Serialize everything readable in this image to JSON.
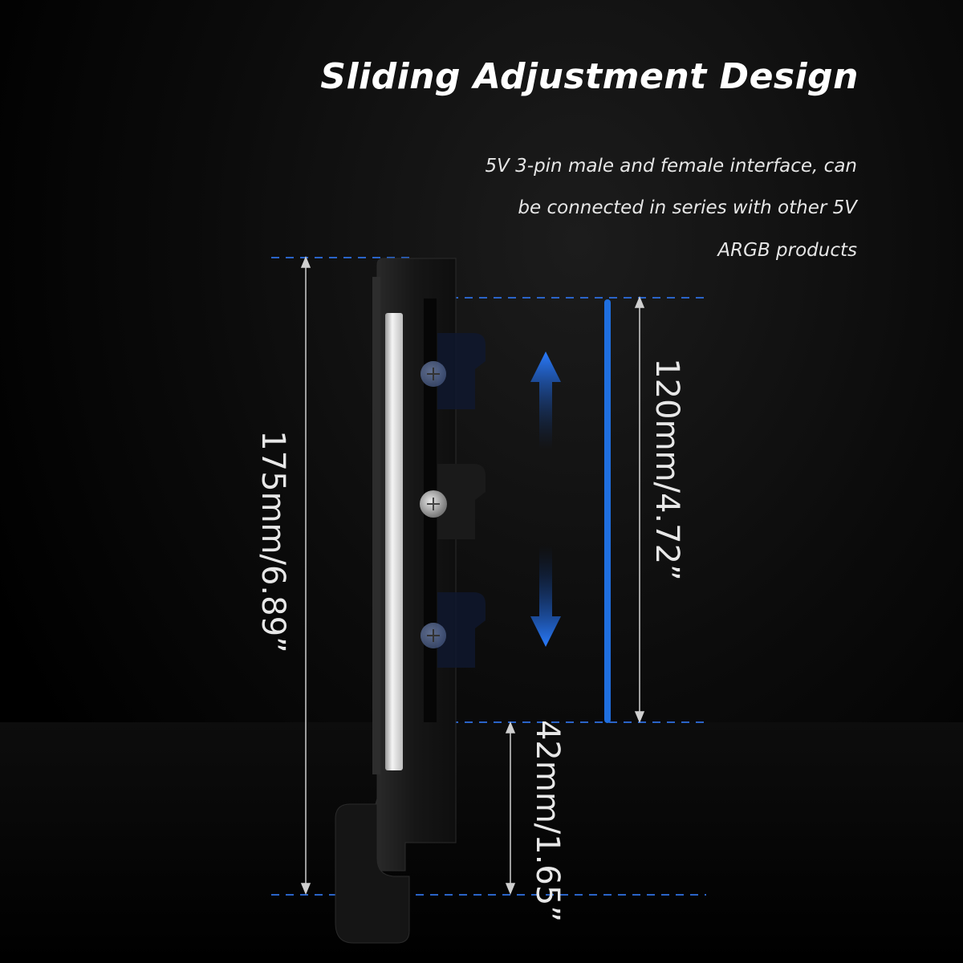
{
  "title": "Sliding Adjustment Design",
  "description": [
    "5V 3-pin male and female interface, can",
    "be connected in series with other 5V",
    "ARGB products"
  ],
  "dimensions": {
    "total_height": "175mm/6.89”",
    "adjust_range": "120mm/4.72”",
    "base_offset": "42mm/1.65”"
  },
  "colors": {
    "accent_blue": "#1f6fe0",
    "guide_blue": "#2a64c8",
    "bracket": "#1a1a1a"
  },
  "icons": [
    "screw-icon",
    "up-arrow-icon",
    "down-arrow-icon"
  ]
}
